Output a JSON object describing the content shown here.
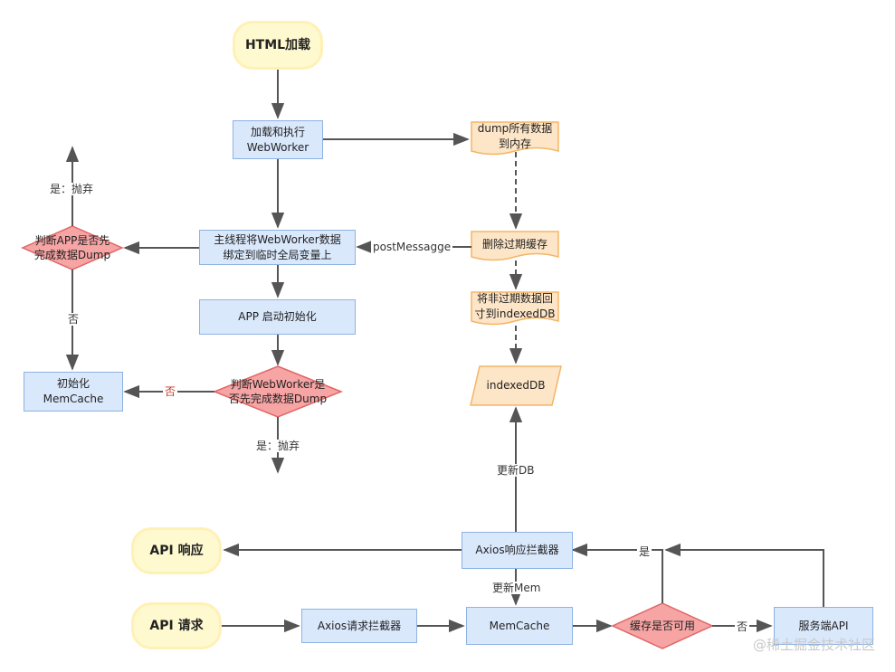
{
  "colors": {
    "process_fill": "#dae8fc",
    "process_border": "#8db3e2",
    "terminal_fill": "#fff9cf",
    "decision_fill": "#f6a4a4",
    "decision_border": "#e06666",
    "doc_fill": "#fde5c7",
    "doc_border": "#f5b565",
    "edge": "#555555",
    "negative_label": "#c0392b"
  },
  "nodes": {
    "html_load": "HTML加载",
    "load_worker": "加载和执行\nWebWorker",
    "dump_all": "dump所有数据\n到内存",
    "bind_main": "主线程将WebWorker数据\n绑定到临时全局变量上",
    "delete_expired": "删除过期缓存",
    "write_back": "将非过期数据回\n寸到indexedDB",
    "indexeddb": "indexedDB",
    "check_app_dump": "判断APP是否先\n完成数据Dump",
    "init_memcache": "初始化\nMemCache",
    "app_init": "APP 启动初始化",
    "check_worker_dump": "判断WebWorker是\n否先完成数据Dump",
    "api_response": "API 响应",
    "axios_resp": "Axios响应拦截器",
    "api_request": "API 请求",
    "axios_req": "Axios请求拦截器",
    "memcache": "MemCache",
    "cache_usable": "缓存是否可用",
    "server_api": "服务端API"
  },
  "edges": {
    "post_message": "postMessagge",
    "yes_discard_top": "是：抛弃",
    "no_left": "否",
    "no_red": "否",
    "yes_discard_bottom": "是：抛弃",
    "update_db": "更新DB",
    "update_mem": "更新Mem",
    "yes_cache": "是",
    "no_cache": "否"
  },
  "watermark": "@稀土掘金技术社区"
}
